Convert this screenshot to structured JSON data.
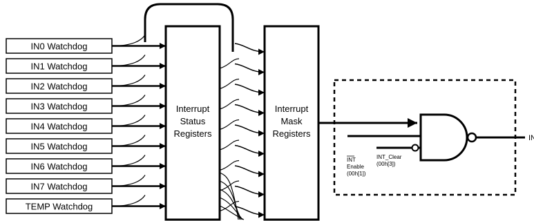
{
  "watchdogs": [
    "IN0 Watchdog",
    "IN1 Watchdog",
    "IN2 Watchdog",
    "IN3 Watchdog",
    "IN4 Watchdog",
    "IN5 Watchdog",
    "IN6 Watchdog",
    "IN7 Watchdog",
    "TEMP Watchdog"
  ],
  "status_block": {
    "line1": "Interrupt",
    "line2": "Status",
    "line3": "Registers"
  },
  "mask_block": {
    "line1": "Interrupt",
    "line2": "Mask",
    "line3": "Registers"
  },
  "gate_inputs": {
    "int_enable_line1": "INT",
    "int_enable_line2": "Enable",
    "int_enable_line3": "(00h[1])",
    "int_clear_line1": "INT_Clear",
    "int_clear_line2": "(00h[3])"
  },
  "output_label": "INT"
}
